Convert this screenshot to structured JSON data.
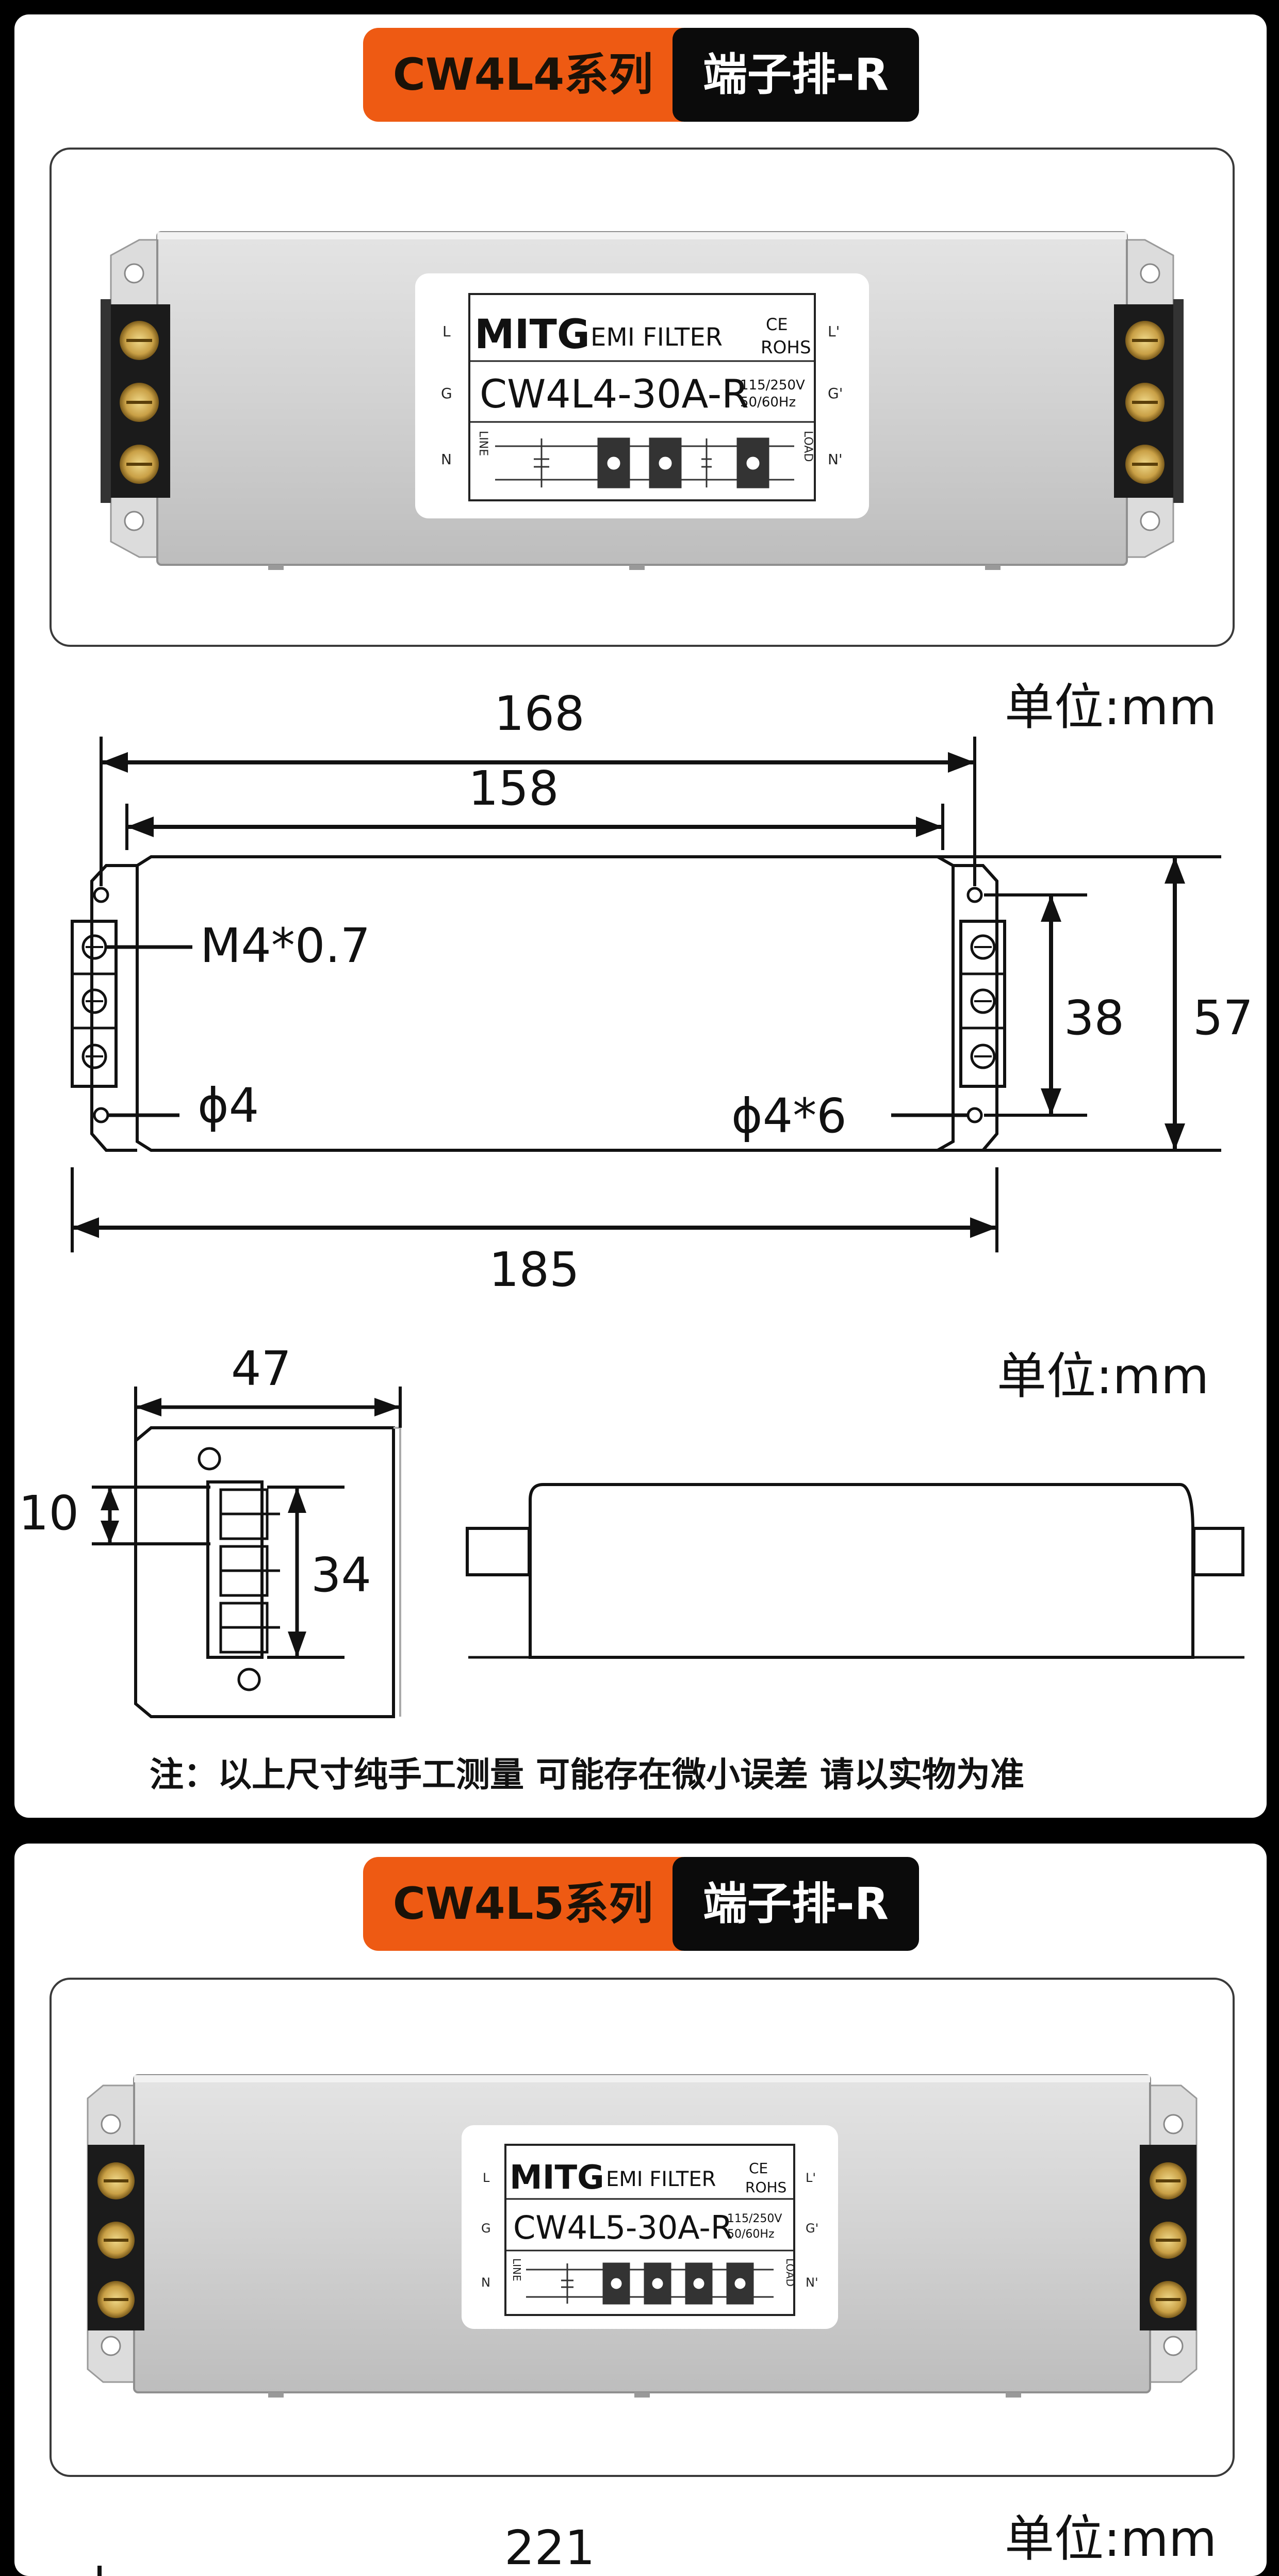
{
  "section1": {
    "title_series": "CW4L4系列",
    "title_type": "端子排-R",
    "label": {
      "brand": "MITG",
      "emi_filter": "EMI  FILTER",
      "ce": "CE",
      "rohs": "ROHS",
      "model": "CW4L4-30A-R",
      "rating_voltage": "115/250V",
      "rating_freq": "50/60Hz",
      "left_terms": [
        "L",
        "G",
        "N"
      ],
      "right_terms": [
        "L'",
        "G'",
        "N'"
      ],
      "line": "LINE",
      "load": "LOAD"
    },
    "top_view": {
      "unit": "单位:mm",
      "dim_168": "168",
      "dim_158": "158",
      "dim_185": "185",
      "dim_38": "38",
      "dim_57": "57",
      "screw": "M4*0.7",
      "hole_left": "ϕ4",
      "hole_right": "ϕ4*6"
    },
    "side_view": {
      "unit": "单位:mm",
      "dim_47": "47",
      "dim_10": "10",
      "dim_34": "34"
    },
    "note": "注：以上尺寸纯手工测量 可能存在微小误差 请以实物为准"
  },
  "section2": {
    "title_series": "CW4L5系列",
    "title_type": "端子排-R",
    "label": {
      "brand": "MITG",
      "emi_filter": "EMI  FILTER",
      "ce": "CE",
      "rohs": "ROHS",
      "model": "CW4L5-30A-R",
      "rating_voltage": "115/250V",
      "rating_freq": "50/60Hz",
      "left_terms": [
        "L",
        "G",
        "N"
      ],
      "right_terms": [
        "L'",
        "G'",
        "N'"
      ],
      "line": "LINE",
      "load": "LOAD"
    },
    "top_view": {
      "unit": "单位:mm",
      "dim_221": "221"
    }
  },
  "colors": {
    "accent_orange": "#ee5a13",
    "title_black": "#0b0b0b",
    "background": "#000000",
    "housing_gray": "#d2d2d2"
  }
}
